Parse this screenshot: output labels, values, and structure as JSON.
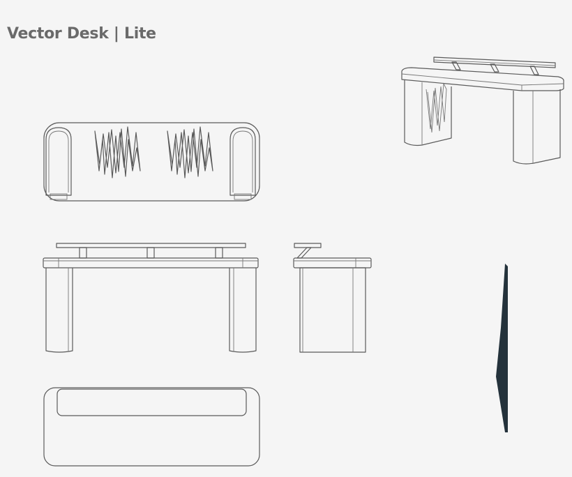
{
  "header": {
    "title": "Vector Desk | Lite"
  },
  "colors": {
    "background": "#f5f5f5",
    "line": "#5a5a5a",
    "profile_fill": "#24323b",
    "title": "#6a6a6a"
  },
  "views": [
    "isometric-view",
    "top-view",
    "front-view",
    "side-view",
    "bottom-view",
    "profile-section"
  ]
}
